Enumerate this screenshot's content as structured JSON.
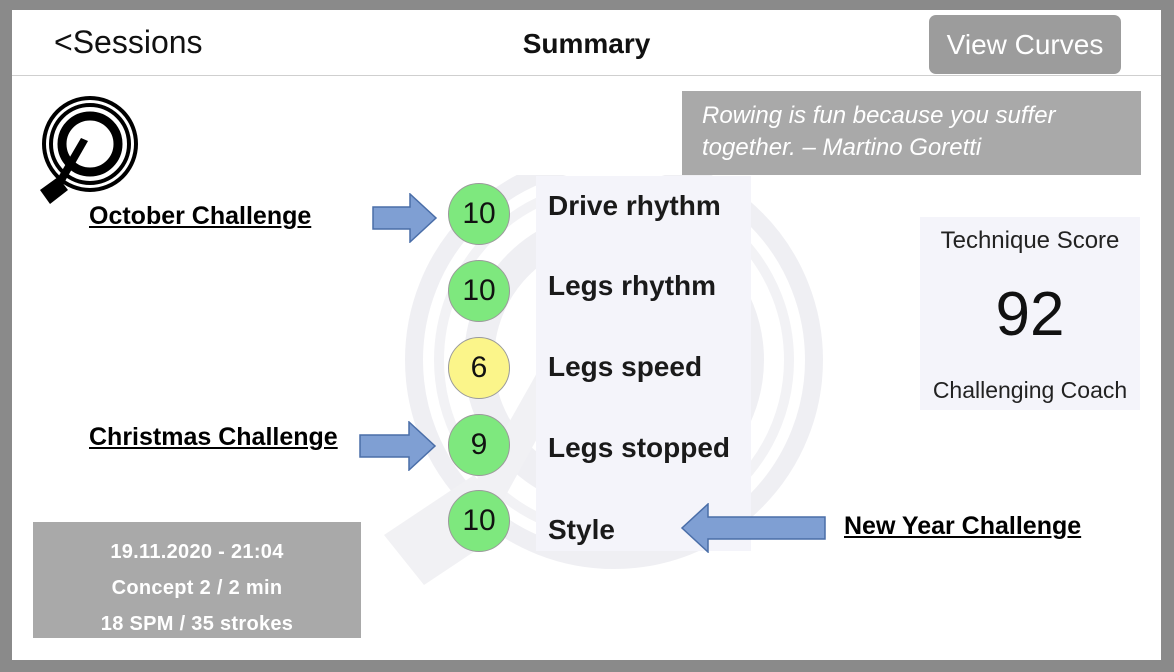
{
  "nav": {
    "back_label": "<Sessions",
    "title": "Summary",
    "view_curves_label": "View Curves"
  },
  "quote": {
    "line1": "Rowing is fun because you suffer",
    "line2": "together. – Martino Goretti"
  },
  "metrics": [
    {
      "value": "10",
      "label": "Drive rhythm",
      "status": "good"
    },
    {
      "value": "10",
      "label": "Legs rhythm",
      "status": "good"
    },
    {
      "value": "6",
      "label": "Legs speed",
      "status": "medium"
    },
    {
      "value": "9",
      "label": "Legs stopped",
      "status": "good"
    },
    {
      "value": "10",
      "label": "Style",
      "status": "good"
    }
  ],
  "score": {
    "title": "Technique Score",
    "value": "92",
    "coach": "Challenging Coach"
  },
  "annotations": {
    "october": "October Challenge",
    "christmas": "Christmas Challenge",
    "new_year": "New Year Challenge"
  },
  "session": {
    "datetime": "19.11.2020 - 21:04",
    "machine": "Concept 2 / 2 min",
    "stats": "18 SPM / 35 strokes"
  },
  "colors": {
    "good": "#7ee87e",
    "medium": "#fbf58a",
    "arrow": "#7f9fd3",
    "box_gray": "#a9a9a9"
  }
}
